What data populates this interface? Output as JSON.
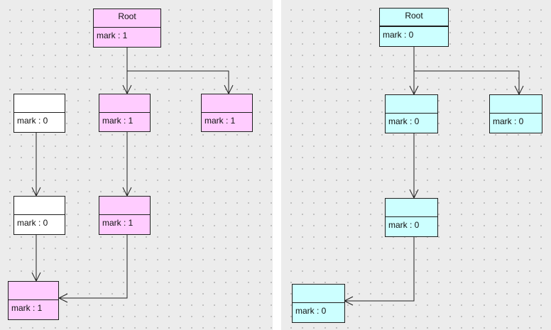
{
  "left_diagram": {
    "nodes": [
      {
        "title": "Root",
        "field": "mark : 1"
      },
      {
        "title": "",
        "field": "mark : 1"
      },
      {
        "title": "",
        "field": "mark : 1"
      },
      {
        "title": "",
        "field": "mark : 0"
      },
      {
        "title": "",
        "field": "mark : 1"
      },
      {
        "title": "",
        "field": "mark : 0"
      },
      {
        "title": "",
        "field": "mark : 1"
      }
    ]
  },
  "right_diagram": {
    "nodes": [
      {
        "title": "Root",
        "field": "mark : 0"
      },
      {
        "title": "",
        "field": "mark : 0"
      },
      {
        "title": "",
        "field": "mark : 0"
      },
      {
        "title": "",
        "field": "mark : 0"
      },
      {
        "title": "",
        "field": "mark : 0"
      }
    ]
  },
  "colors": {
    "marked": "#ffccff",
    "unmarked": "#ffffff",
    "reset": "#ccffff",
    "line": "#1e1e1e"
  }
}
